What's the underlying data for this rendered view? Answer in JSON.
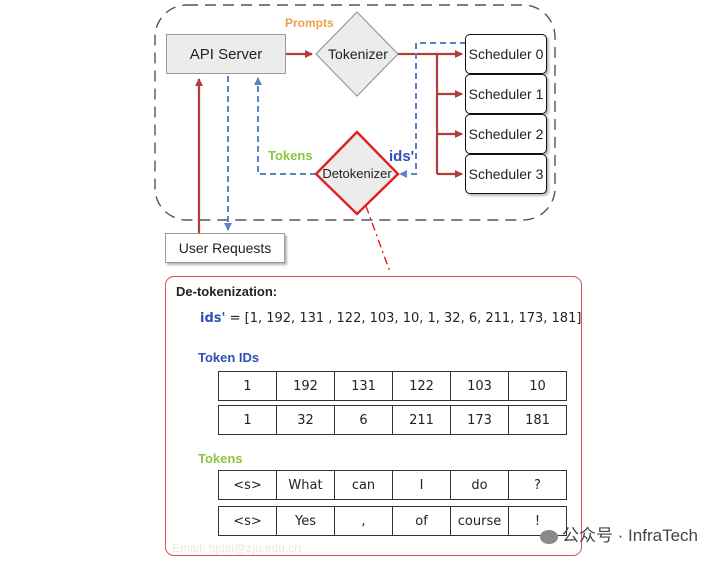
{
  "diagram": {
    "api_server": "API Server",
    "tokenizer": "Tokenizer",
    "detokenizer": "Detokenizer",
    "user_requests": "User Requests",
    "schedulers": [
      "Scheduler 0",
      "Scheduler 1",
      "Scheduler 2",
      "Scheduler 3"
    ],
    "label_prompts": "Prompts",
    "label_tokens": "Tokens",
    "label_ids": "ids'",
    "colors": {
      "red": "#b23b3b",
      "blue": "#5b84c8",
      "orange": "#f0a04b",
      "green": "#8cc63f",
      "highlight": "#e02020"
    }
  },
  "panel": {
    "title": "De-tokenization:",
    "ids_key": "ids'",
    "ids_rest": " = [1, 192,  131 , 122,  103, 10,   1,  32,  6,  211, 173,  181]",
    "token_ids_label": "Token IDs",
    "token_ids_rows": [
      [
        "1",
        "192",
        "131",
        "122",
        "103",
        "10"
      ],
      [
        "1",
        "32",
        "6",
        "211",
        "173",
        "181"
      ]
    ],
    "tokens_label": "Tokens",
    "tokens_rows": [
      [
        "<s>",
        "What",
        "can",
        "I",
        "do",
        "?"
      ],
      [
        "<s>",
        "Yes",
        ",",
        "of",
        "course",
        "!"
      ]
    ]
  },
  "watermark": "公众号 · InfraTech",
  "footer": "Email: hjdai@zju.edu.cn"
}
